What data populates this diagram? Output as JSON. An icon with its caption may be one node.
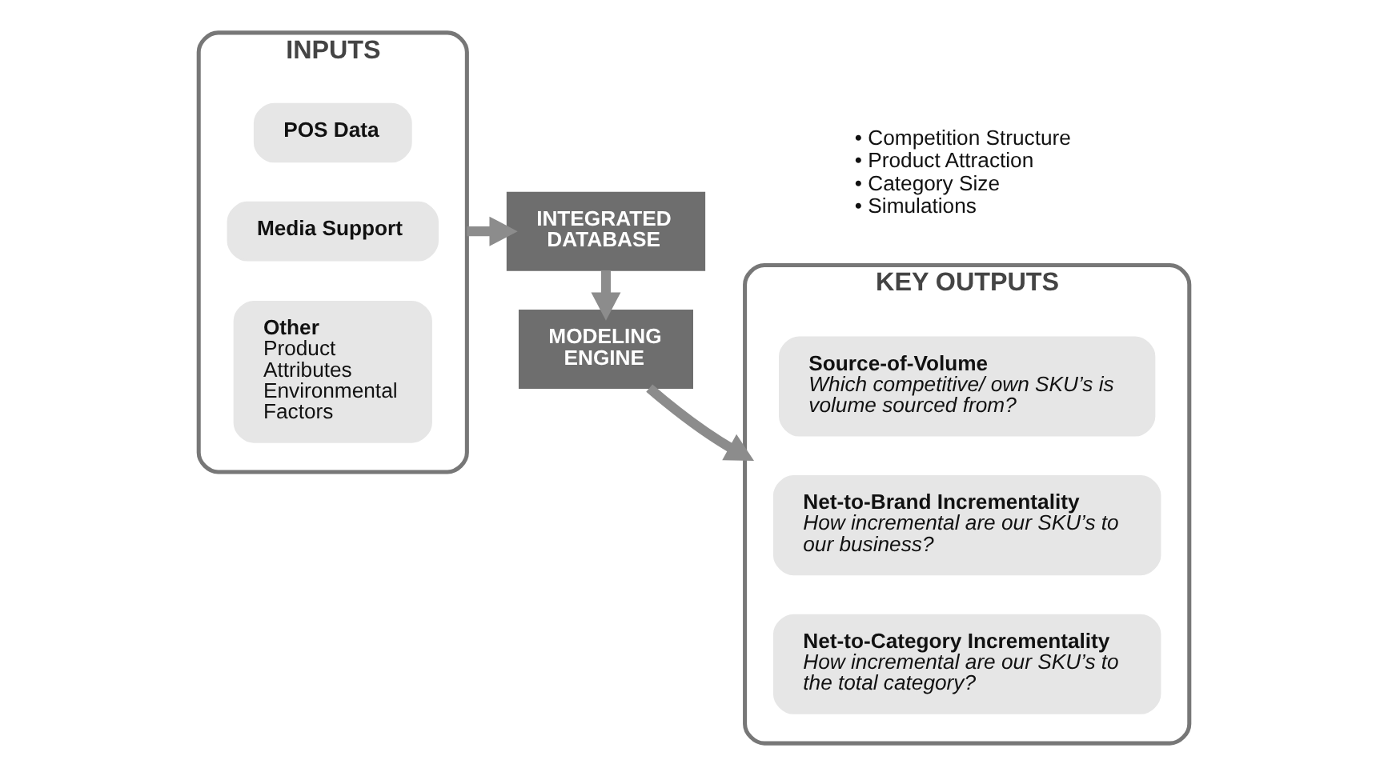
{
  "diagram": {
    "nodes": [
      {
        "text": [
          "INPUTS"
        ]
      },
      {
        "text": [
          "POS Data"
        ],
        "in": 0
      },
      {
        "text": [
          "Media Support"
        ],
        "in": 0
      },
      {
        "text": [
          "Other",
          "Product Attributes Environmental Factors"
        ],
        "in": 0
      },
      {
        "text": [
          "INTEGRATED DATABASE"
        ]
      },
      {
        "text": [
          "MODELING ENGINE"
        ],
        "beside": [
          "• Competition Structure",
          "• Product Attraction",
          "• Category Size",
          "• Simulations"
        ]
      },
      {
        "text": [
          "KEY OUTPUTS"
        ]
      },
      {
        "text": [
          "Source-of-Volume",
          "Which competitive/ own SKU’s is volume sourced from?"
        ],
        "in": 6
      },
      {
        "text": [
          "Net-to-Brand Incrementality",
          "How incremental are our SKU’s to our business?"
        ],
        "in": 6
      },
      {
        "text": [
          "Net-to-Category Incrementality",
          "How incremental are our SKU’s to the total category?"
        ],
        "in": 6
      }
    ],
    "edges": [
      {
        "from": 0,
        "to": 4,
        "arrow": "to"
      },
      {
        "from": 4,
        "to": 5,
        "arrow": "to"
      },
      {
        "from": 5,
        "to": 6,
        "arrow": "to"
      }
    ]
  }
}
